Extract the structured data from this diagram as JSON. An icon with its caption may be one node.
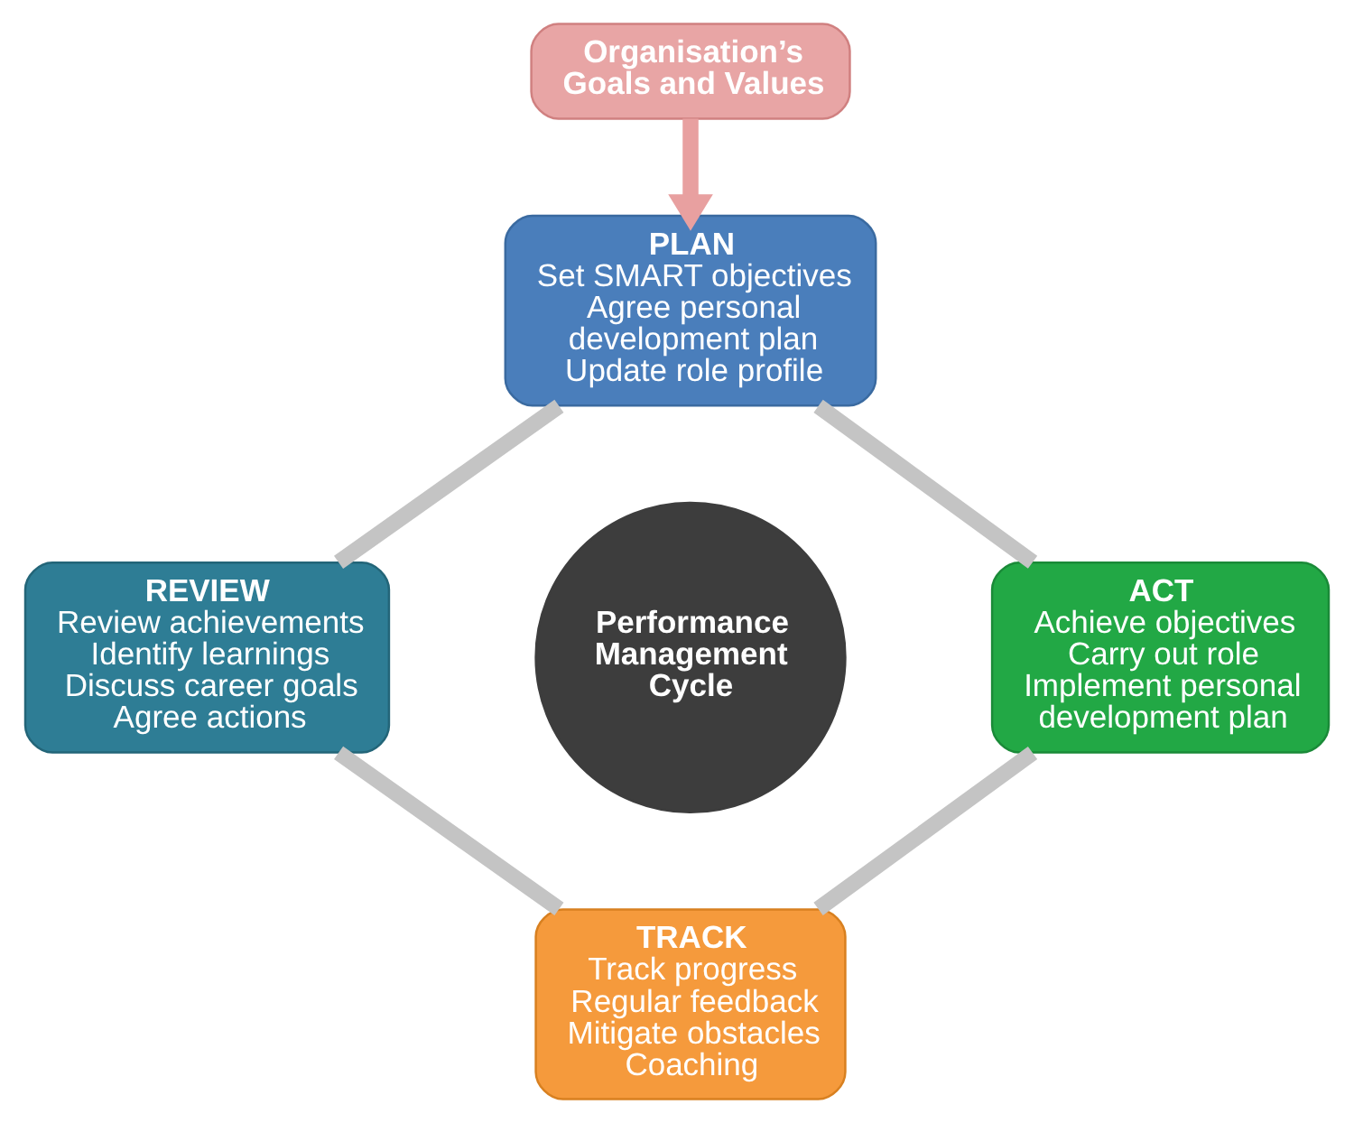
{
  "diagram": {
    "nodes": [
      {
        "text": [
          "Organisation’s Goals and Values"
        ]
      },
      {
        "text": [
          "PLAN",
          "Set SMART objectives",
          "Agree personal development plan",
          "Update role profile"
        ]
      },
      {
        "text": [
          "ACT",
          "Achieve objectives",
          "Carry out role",
          "Implement personal development plan"
        ]
      },
      {
        "text": [
          "TRACK",
          "Track progress",
          "Regular feedback",
          "Mitigate obstacles",
          "Coaching"
        ]
      },
      {
        "text": [
          "REVIEW",
          "Review achievements",
          "Identify learnings",
          "Discuss career goals",
          "Agree actions"
        ]
      },
      {
        "text": [
          "Performance Management Cycle"
        ]
      }
    ],
    "edges": [
      {
        "from": 0,
        "to": 1,
        "arrow": "to",
        "color": "#e8a0a0"
      },
      {
        "from": 1,
        "to": 2,
        "arrow": "none"
      },
      {
        "from": 2,
        "to": 3,
        "arrow": "none"
      },
      {
        "from": 3,
        "to": 4,
        "arrow": "none"
      },
      {
        "from": 4,
        "to": 1,
        "arrow": "none"
      }
    ]
  }
}
